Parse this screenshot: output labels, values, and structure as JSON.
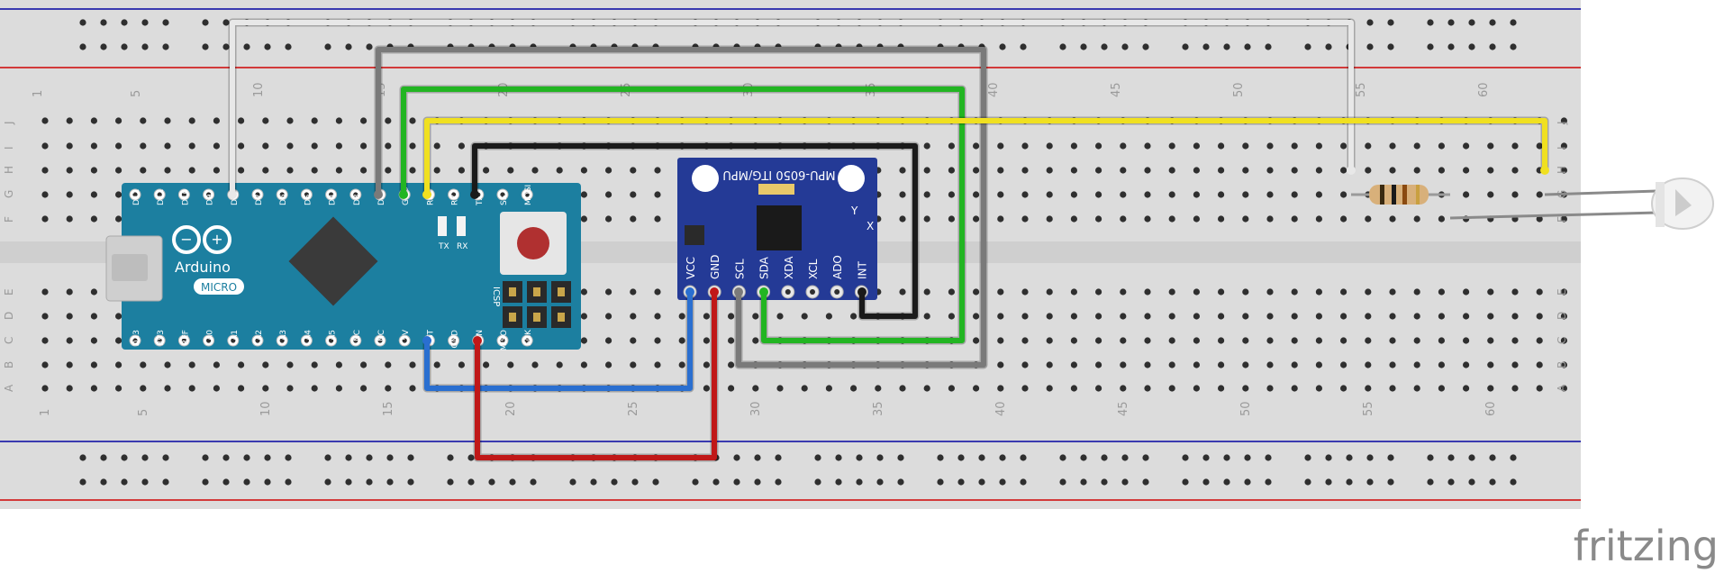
{
  "breadboard": {
    "columns_top": [
      "1",
      "5",
      "10",
      "15",
      "20",
      "25",
      "30",
      "35",
      "40",
      "45",
      "50",
      "55",
      "60"
    ],
    "columns_bottom": [
      "1",
      "5",
      "10",
      "15",
      "20",
      "25",
      "30",
      "35",
      "40",
      "45",
      "50",
      "55",
      "60"
    ],
    "rows_top": [
      "J",
      "I",
      "H",
      "G",
      "F"
    ],
    "rows_bottom": [
      "E",
      "D",
      "C",
      "B",
      "A"
    ]
  },
  "arduino": {
    "name": "Arduino",
    "variant": "MICRO",
    "top_pins": [
      "D12",
      "D11",
      "D10",
      "D9",
      "D8",
      "D7",
      "D6",
      "D5",
      "D4",
      "D3",
      "D2",
      "GND",
      "RST",
      "RX1",
      "TX1",
      "SS",
      "MOSI"
    ],
    "bottom_pins": [
      "D13",
      "3V3",
      "REF",
      "A0",
      "A1",
      "A2",
      "A3",
      "A4",
      "A5",
      "NC",
      "NC",
      "5V",
      "RST",
      "GND",
      "VIN",
      "MISO",
      "SCK"
    ],
    "led_labels": [
      "TX",
      "RX"
    ],
    "icsp_label": "ICSP"
  },
  "sensor": {
    "title": "MPU-6050 ITG/MPU",
    "pins": [
      "VCC",
      "GND",
      "SCL",
      "SDA",
      "XDA",
      "XCL",
      "ADO",
      "INT"
    ],
    "axis_labels": [
      "Y",
      "X"
    ]
  },
  "wires": [
    {
      "name": "white",
      "color": "#e8e8e8"
    },
    {
      "name": "gray",
      "color": "#7a7a7a"
    },
    {
      "name": "green",
      "color": "#22b522"
    },
    {
      "name": "yellow",
      "color": "#f0e020"
    },
    {
      "name": "black",
      "color": "#1a1a1a"
    },
    {
      "name": "blue",
      "color": "#2a6fd0"
    },
    {
      "name": "red",
      "color": "#c01818"
    }
  ],
  "colors": {
    "board": "#1c7fa0",
    "breadboard": "#dcdcdc",
    "rail_red": "#d33",
    "rail_blue": "#33a"
  },
  "watermark": "fritzing"
}
